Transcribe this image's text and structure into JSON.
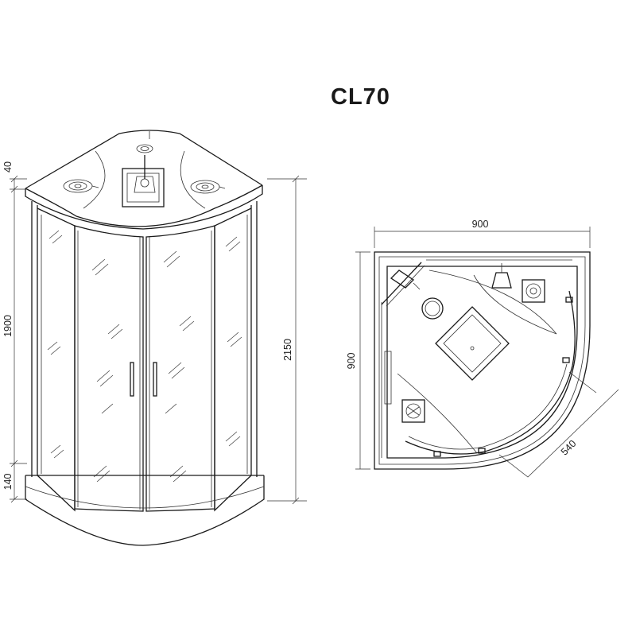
{
  "title": "CL70",
  "front_view": {
    "dimensions": {
      "roof_height": "40",
      "cabin_height": "1900",
      "total_height": "2150",
      "tray_height": "140"
    }
  },
  "plan_view": {
    "dimensions": {
      "width": "900",
      "depth": "900",
      "door_opening": "540"
    }
  },
  "colors": {
    "line": "#1a1a1a",
    "background": "#ffffff"
  }
}
